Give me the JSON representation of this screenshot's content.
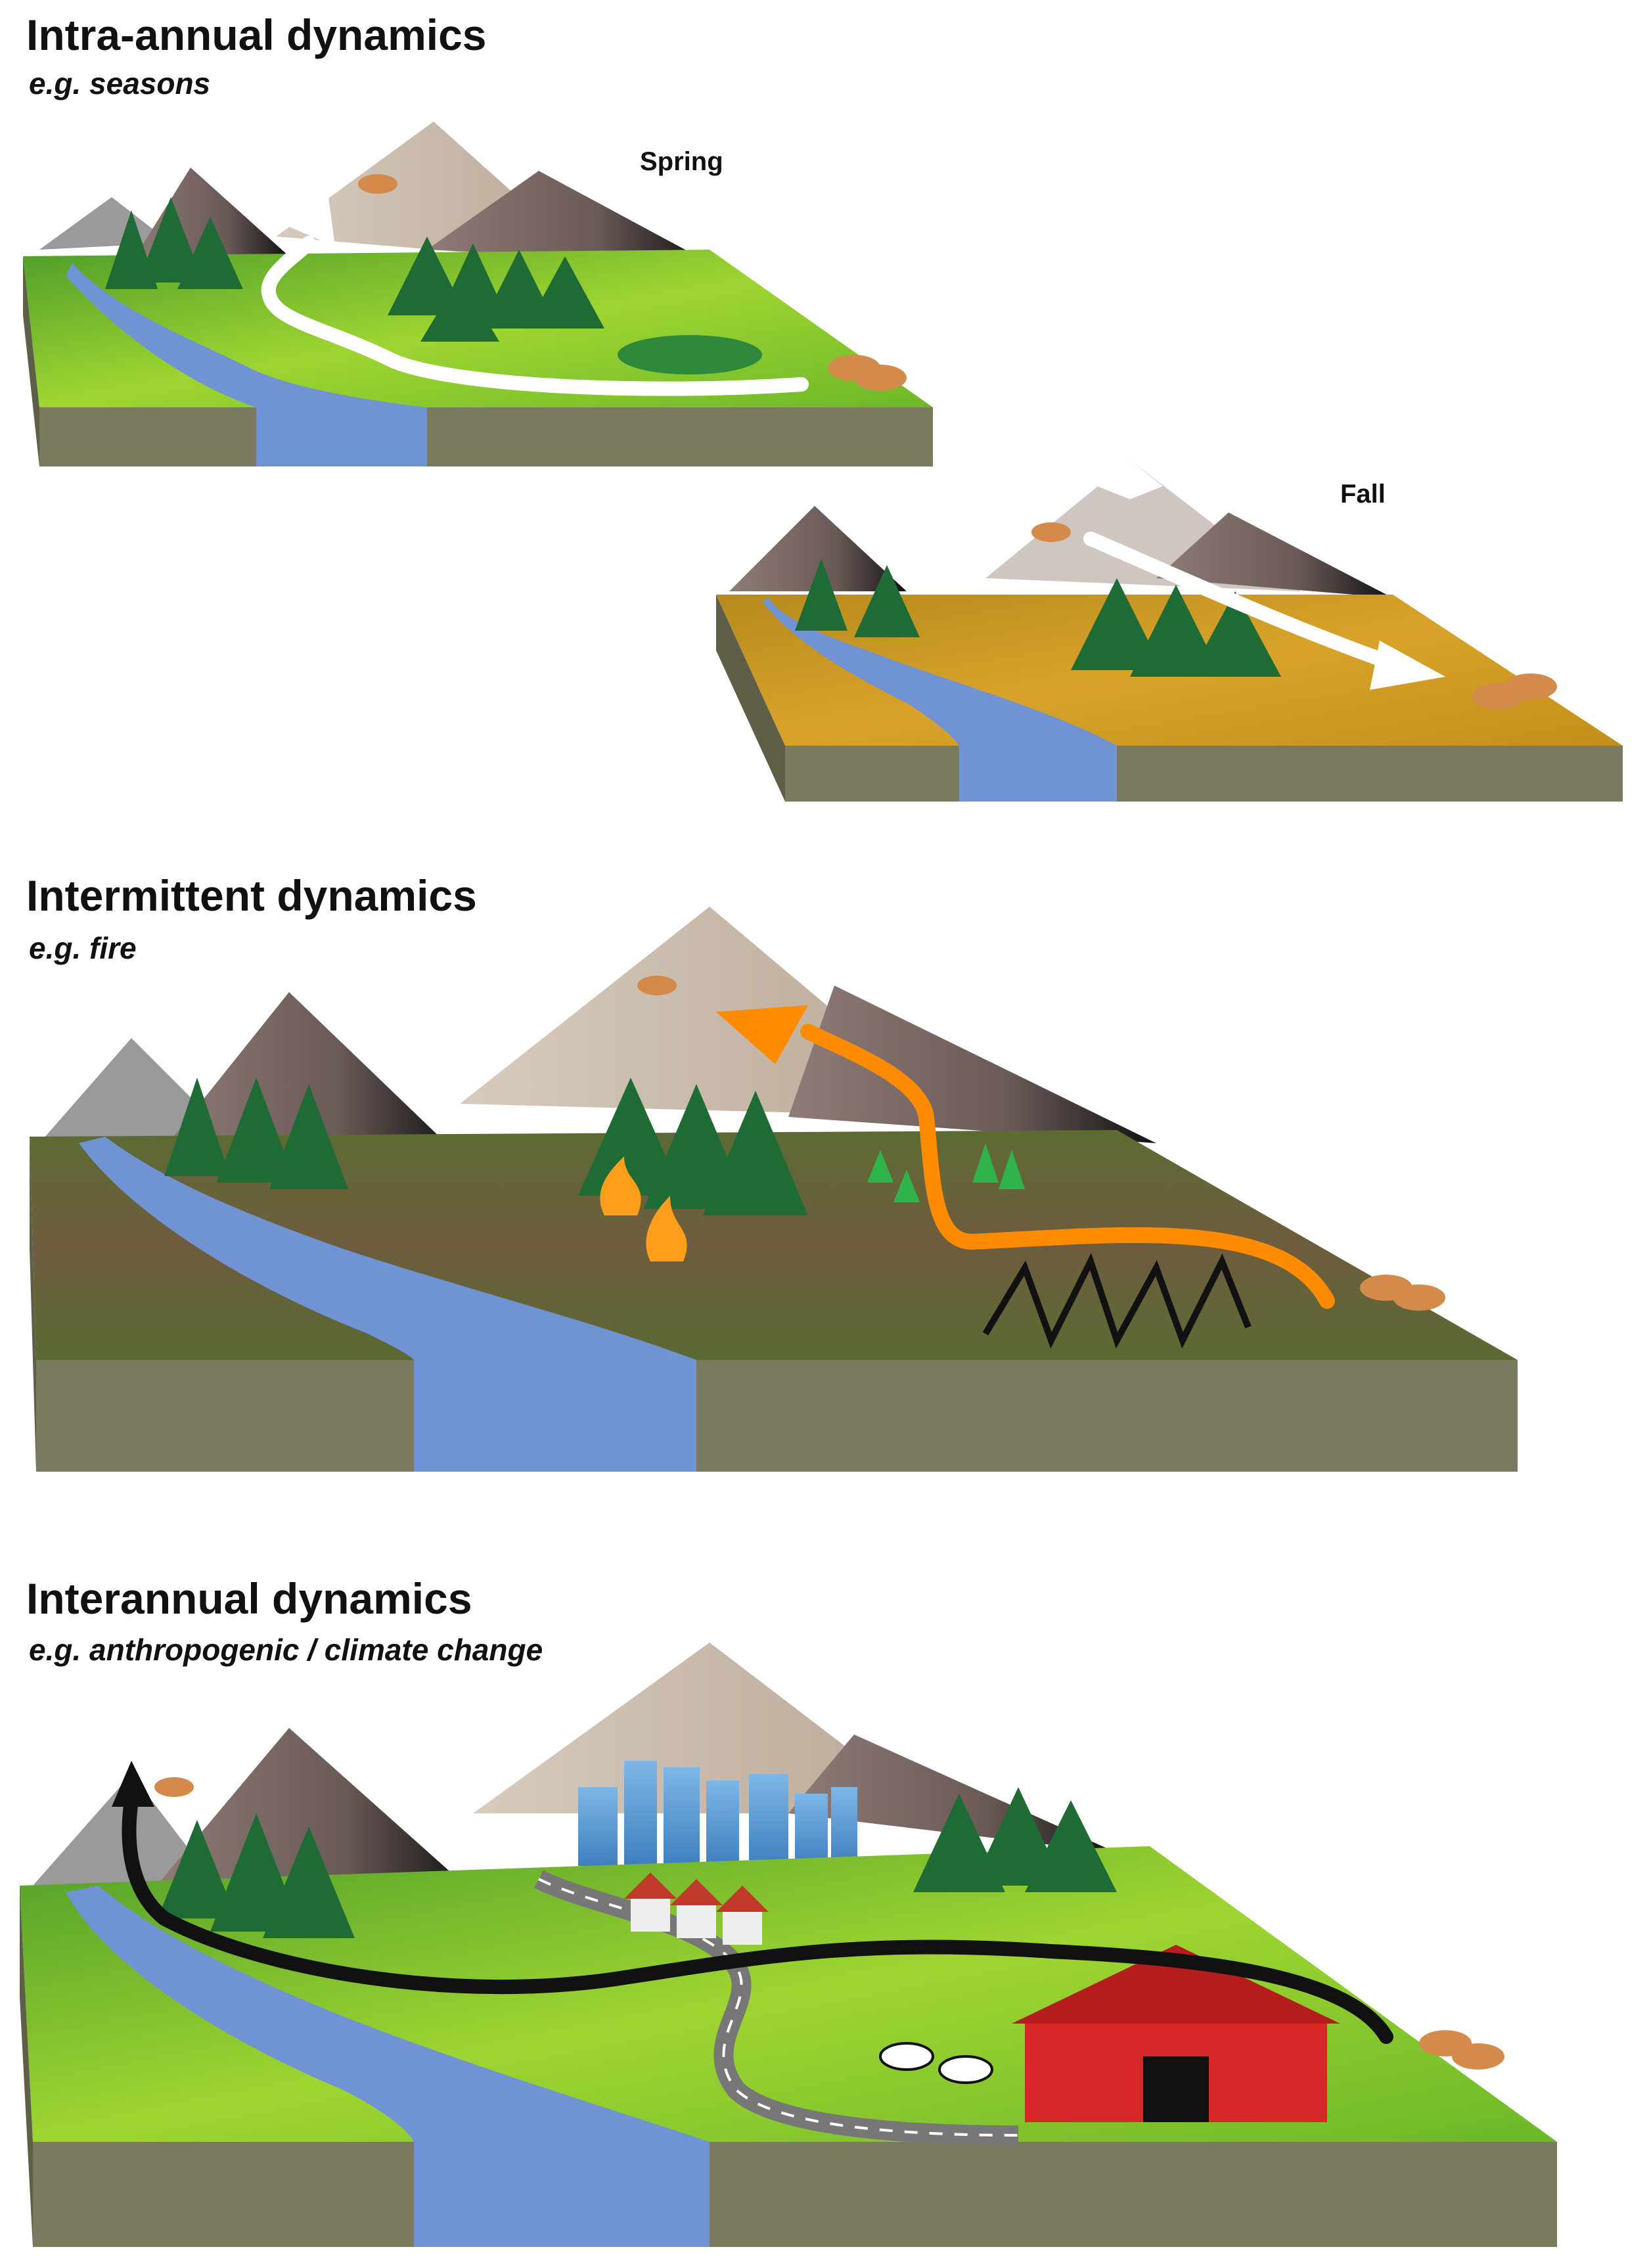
{
  "sections": [
    {
      "title": "Intra-annual dynamics",
      "subtitle": "e.g. seasons",
      "panels": [
        {
          "label": "Spring",
          "season_color": "#8fc92a"
        },
        {
          "label": "Fall",
          "season_color": "#c98f12"
        }
      ],
      "arrow_color": "#ffffff"
    },
    {
      "title": "Intermittent dynamics",
      "subtitle": "e.g. fire",
      "arrow_color": "#ff8c00"
    },
    {
      "title": "Interannual dynamics",
      "subtitle": "e.g. anthropogenic / climate change",
      "arrow_color": "#111111"
    }
  ],
  "colors": {
    "soil": "#7a7a5e",
    "river": "#6f93d3",
    "forest": "#1f6b35",
    "mountain": "#8a7a78",
    "barn": "#d62828",
    "fire": "#ff9e1b"
  }
}
